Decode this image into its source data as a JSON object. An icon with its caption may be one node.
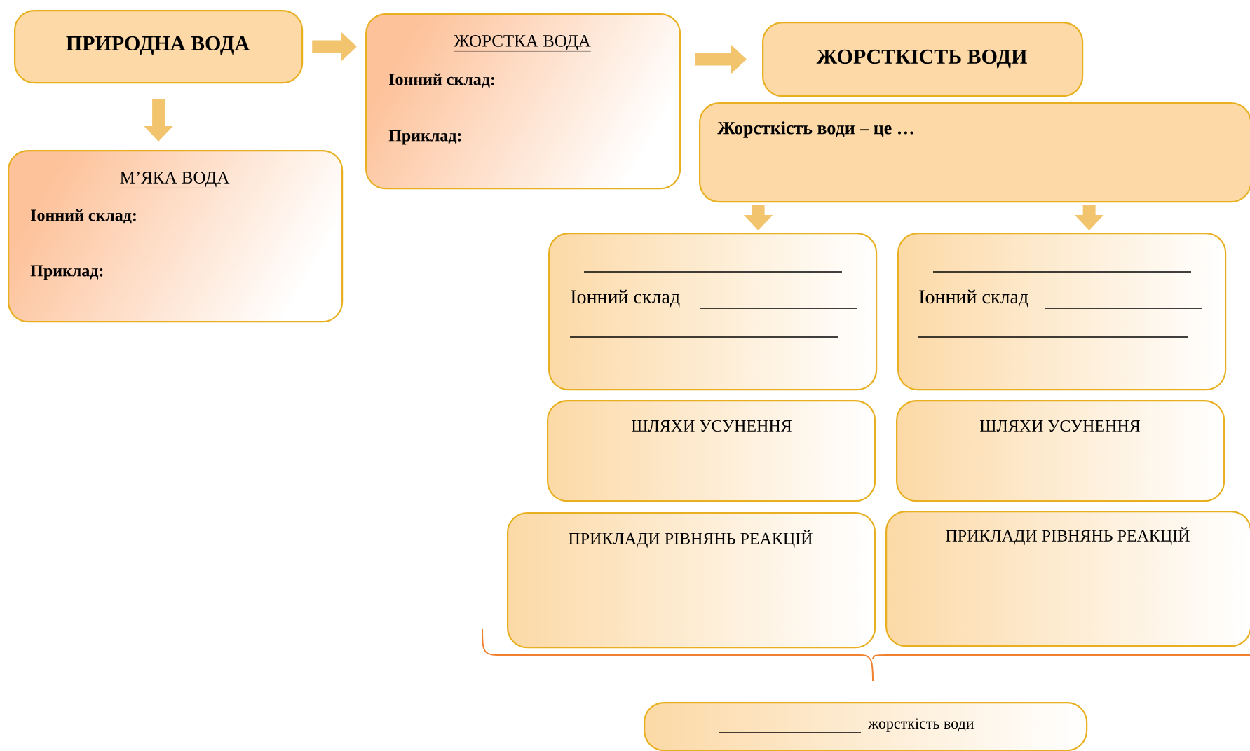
{
  "diagram": {
    "nodes": [
      {
        "text": [
          "ПРИРОДНА ВОДА"
        ]
      },
      {
        "text": [
          "ЖОРСТКА ВОДА",
          "Іонний склад:",
          "Приклад:"
        ]
      },
      {
        "text": [
          "М’ЯКА ВОДА",
          "Іонний склад:",
          "Приклад:"
        ]
      },
      {
        "text": [
          "ЖОРСТКІСТЬ ВОДИ"
        ]
      },
      {
        "text": [
          "Жорсткість води – це …"
        ]
      },
      {
        "text": [
          "Іонний склад"
        ]
      },
      {
        "text": [
          "Іонний склад"
        ]
      },
      {
        "text": [
          "ШЛЯХИ УСУНЕННЯ"
        ]
      },
      {
        "text": [
          "ШЛЯХИ УСУНЕННЯ"
        ]
      },
      {
        "text": [
          "ПРИКЛАДИ РІВНЯНЬ РЕАКЦІЙ"
        ]
      },
      {
        "text": [
          "ПРИКЛАДИ РІВНЯНЬ РЕАКЦІЙ"
        ]
      },
      {
        "text": [
          "жорсткість води"
        ]
      }
    ],
    "edges": [
      {
        "from": 0,
        "to": 1,
        "arrow": "to"
      },
      {
        "from": 0,
        "to": 2,
        "arrow": "to"
      },
      {
        "from": 1,
        "to": 3,
        "arrow": "to"
      },
      {
        "from": 4,
        "to": 5,
        "arrow": "to"
      },
      {
        "from": 4,
        "to": 6,
        "arrow": "to"
      }
    ]
  }
}
